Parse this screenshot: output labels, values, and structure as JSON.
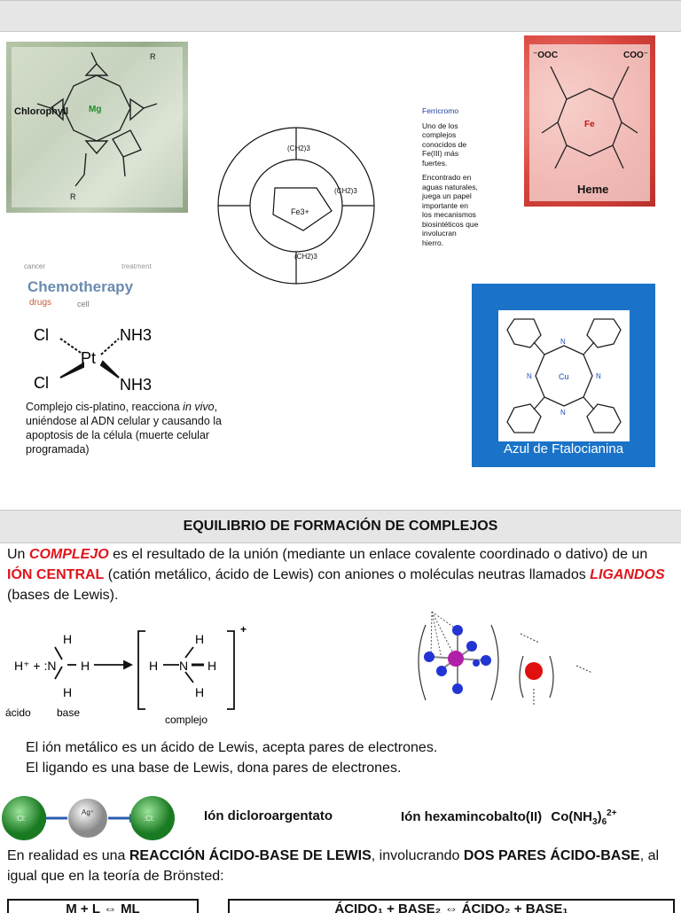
{
  "chlorophyll": {
    "label": "Chlorophyll",
    "metal": "Mg",
    "r1": "R",
    "r2": "R"
  },
  "ferricromo": {
    "title": "Ferricromo",
    "para1": "Uno de los complejos conocidos de Fe(III) más fuertes.",
    "para2": "Encontrado en aguas naturales, juega un papel importante en los mecanismos biosintéticos que involucran hierro.",
    "center": "Fe3+",
    "group1": "(CH2)3",
    "group2": "(CH2)3",
    "group3": "(CH2)3"
  },
  "heme": {
    "label": "Heme",
    "metal": "Fe",
    "left_group": "⁻OOC",
    "right_group": "COO⁻"
  },
  "chemo": {
    "cloud_word": "Chemotherapy",
    "cloud_small": [
      "cancer",
      "drugs",
      "cell",
      "treatment"
    ],
    "metal": "Pt",
    "cl": "Cl",
    "nh3": "NH3",
    "caption_a": "Complejo cis-platino, reacciona ",
    "caption_italic": "in vivo",
    "caption_b": ", uniéndose al ADN celular y causando la apoptosis de la célula (muerte celular programada)"
  },
  "ftalocianina": {
    "caption": "Azul de Ftalocianina",
    "metal": "Cu",
    "n": "N"
  },
  "section_title": "EQUILIBRIO DE FORMACIÓN DE COMPLEJOS",
  "definition": {
    "t1": "Un ",
    "complejo": "COMPLEJO",
    "t2": " es el resultado de la unión (mediante un enlace covalente coordinado o dativo) de un ",
    "ion_central": "IÓN CENTRAL",
    "t3": " (catión metálico, ácido de Lewis) con aniones o moléculas neutras llamados ",
    "ligandos": "LIGANDOS",
    "t4": " (bases de Lewis)."
  },
  "reaction": {
    "h_plus": "H⁺ + :N",
    "h": "H",
    "n": "N",
    "plus_charge": "+",
    "acid_label": "ácido",
    "base_label": "base",
    "complex_label": "complejo"
  },
  "lewis_lines": [
    "El ión metálico es un ácido de Lewis, acepta pares de electrones.",
    "El ligando es una base de Lewis, dona pares de electrones."
  ],
  "ag_complex": {
    "cl_label": ":Cl:",
    "ag_label": "Ag⁺",
    "name1": "Ión dicloroargentato",
    "name2": "Ión hexamincobalto(II)",
    "formula_base": "Co(NH",
    "formula_sub": "3",
    "formula_close": ")",
    "formula_sub2": "6",
    "formula_charge": "2+"
  },
  "bronsted": {
    "t1": "En realidad es una ",
    "b1": "REACCIÓN ÁCIDO-BASE DE LEWIS",
    "t2": ", involucrando ",
    "b2": "DOS PARES ÁCIDO-BASE",
    "t3": ", al igual que en la teoría de Brönsted:"
  },
  "bottom_left": "M + L ⇔ ML",
  "bottom_right": "ÁCIDO₁ + BASE₂ ⇔ ÁCIDO₂ + BASE₁",
  "colors": {
    "red": "#e0141b",
    "blue_box": "#1a73c8",
    "green": "#1f8a2c"
  }
}
